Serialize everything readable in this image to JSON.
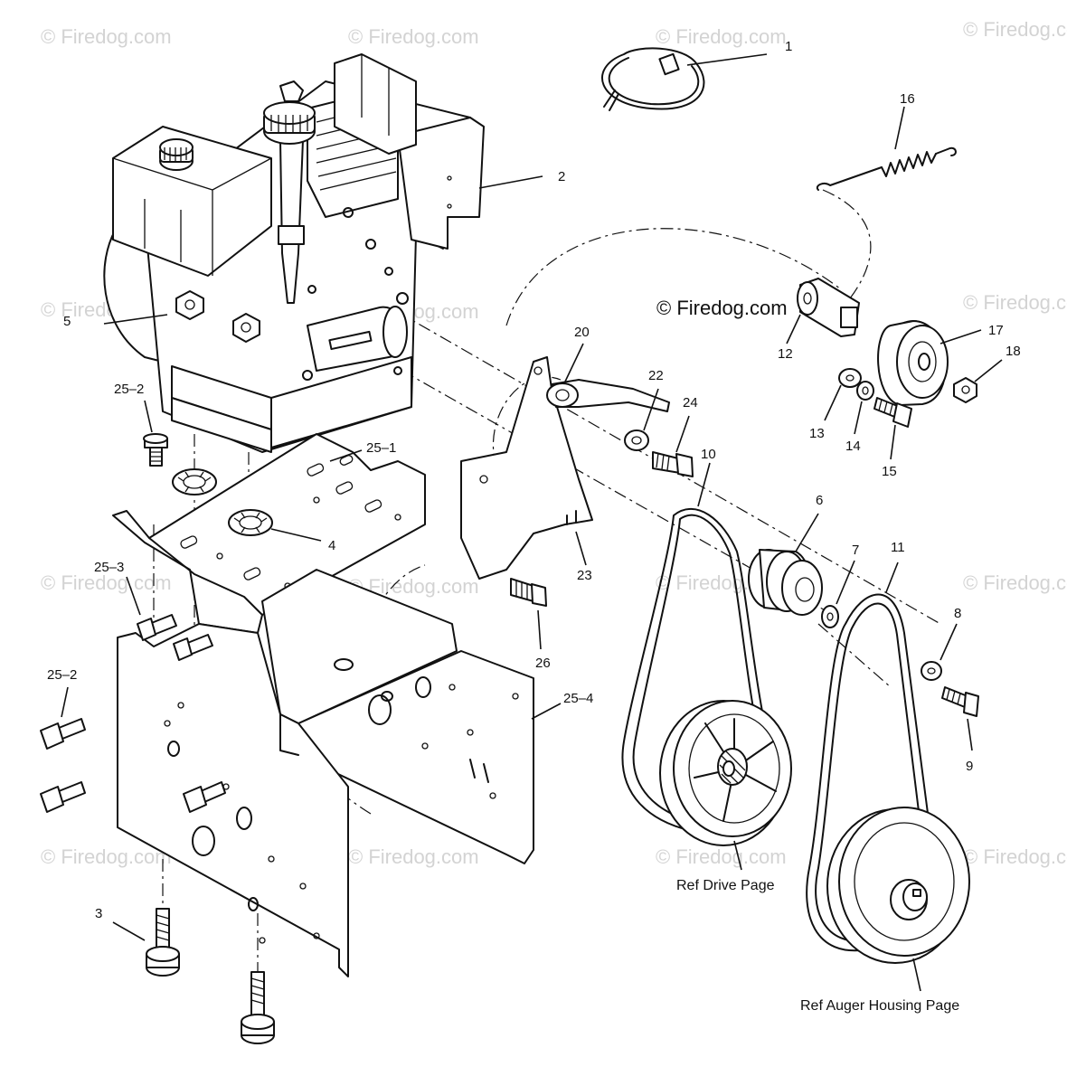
{
  "watermark": {
    "text": "© Firedog.com",
    "color": "#d3d3d3",
    "main_text": "© Firedog.com"
  },
  "callouts": {
    "c1": "1",
    "c2": "2",
    "c3": "3",
    "c4": "4",
    "c5": "5",
    "c6": "6",
    "c7": "7",
    "c8": "8",
    "c9": "9",
    "c10": "10",
    "c11": "11",
    "c12": "12",
    "c13": "13",
    "c14": "14",
    "c15": "15",
    "c16": "16",
    "c17": "17",
    "c18": "18",
    "c20": "20",
    "c22": "22",
    "c23": "23",
    "c24": "24",
    "c26": "26",
    "c25_1": "25–1",
    "c25_2a": "25–2",
    "c25_2b": "25–2",
    "c25_3": "25–3",
    "c25_4": "25–4"
  },
  "references": {
    "drive": "Ref  Drive Page",
    "auger": "Ref  Auger Housing Page"
  }
}
